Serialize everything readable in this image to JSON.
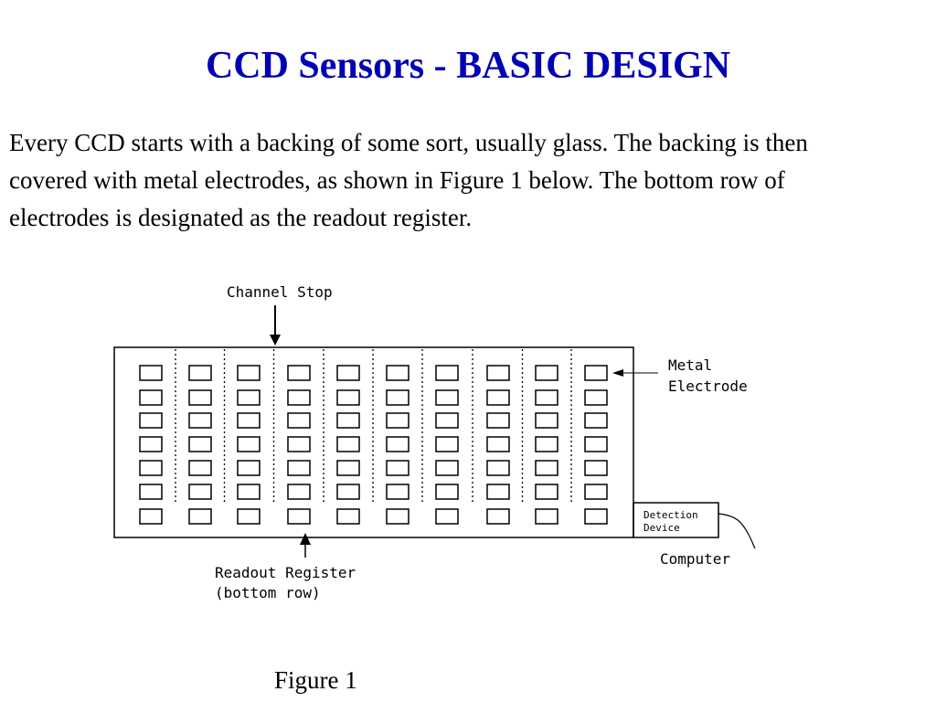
{
  "title": "CCD Sensors - BASIC DESIGN",
  "paragraph": "Every CCD starts with a backing of some sort, usually glass. The backing is then covered with metal electrodes, as shown in Figure 1 below. The bottom row of electrodes is designated as the readout register.",
  "figure": {
    "labels": {
      "channel_stop": "Channel Stop",
      "metal": "Metal",
      "electrode": "Electrode",
      "detection_line1": "Detection",
      "detection_line2": "Device",
      "computer": "Computer",
      "readout_line1": "Readout Register",
      "readout_line2": "(bottom row)"
    },
    "grid": {
      "columns": 10,
      "rows": 7
    },
    "caption": "Figure 1"
  }
}
